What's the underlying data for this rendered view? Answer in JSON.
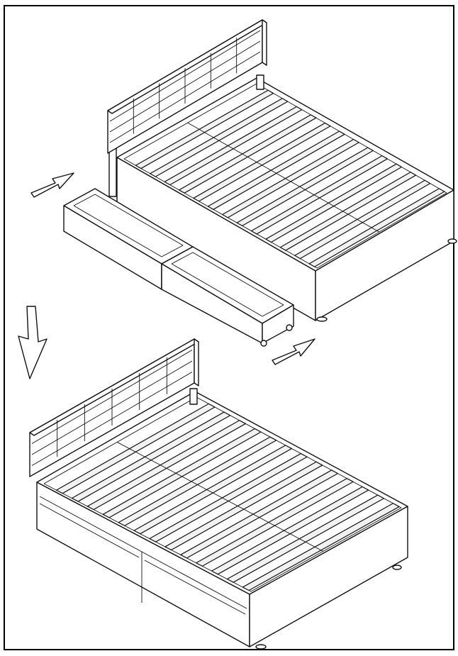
{
  "figure": {
    "kind": "assembly-instruction",
    "steps": [
      {
        "name": "insert-drawers",
        "arrows": [
          "push-arrow",
          "push-arrow"
        ]
      },
      {
        "name": "assembled-bed"
      }
    ],
    "transition_arrow": "down-arrow",
    "colors": {
      "line": "#111111",
      "background": "#ffffff"
    }
  }
}
